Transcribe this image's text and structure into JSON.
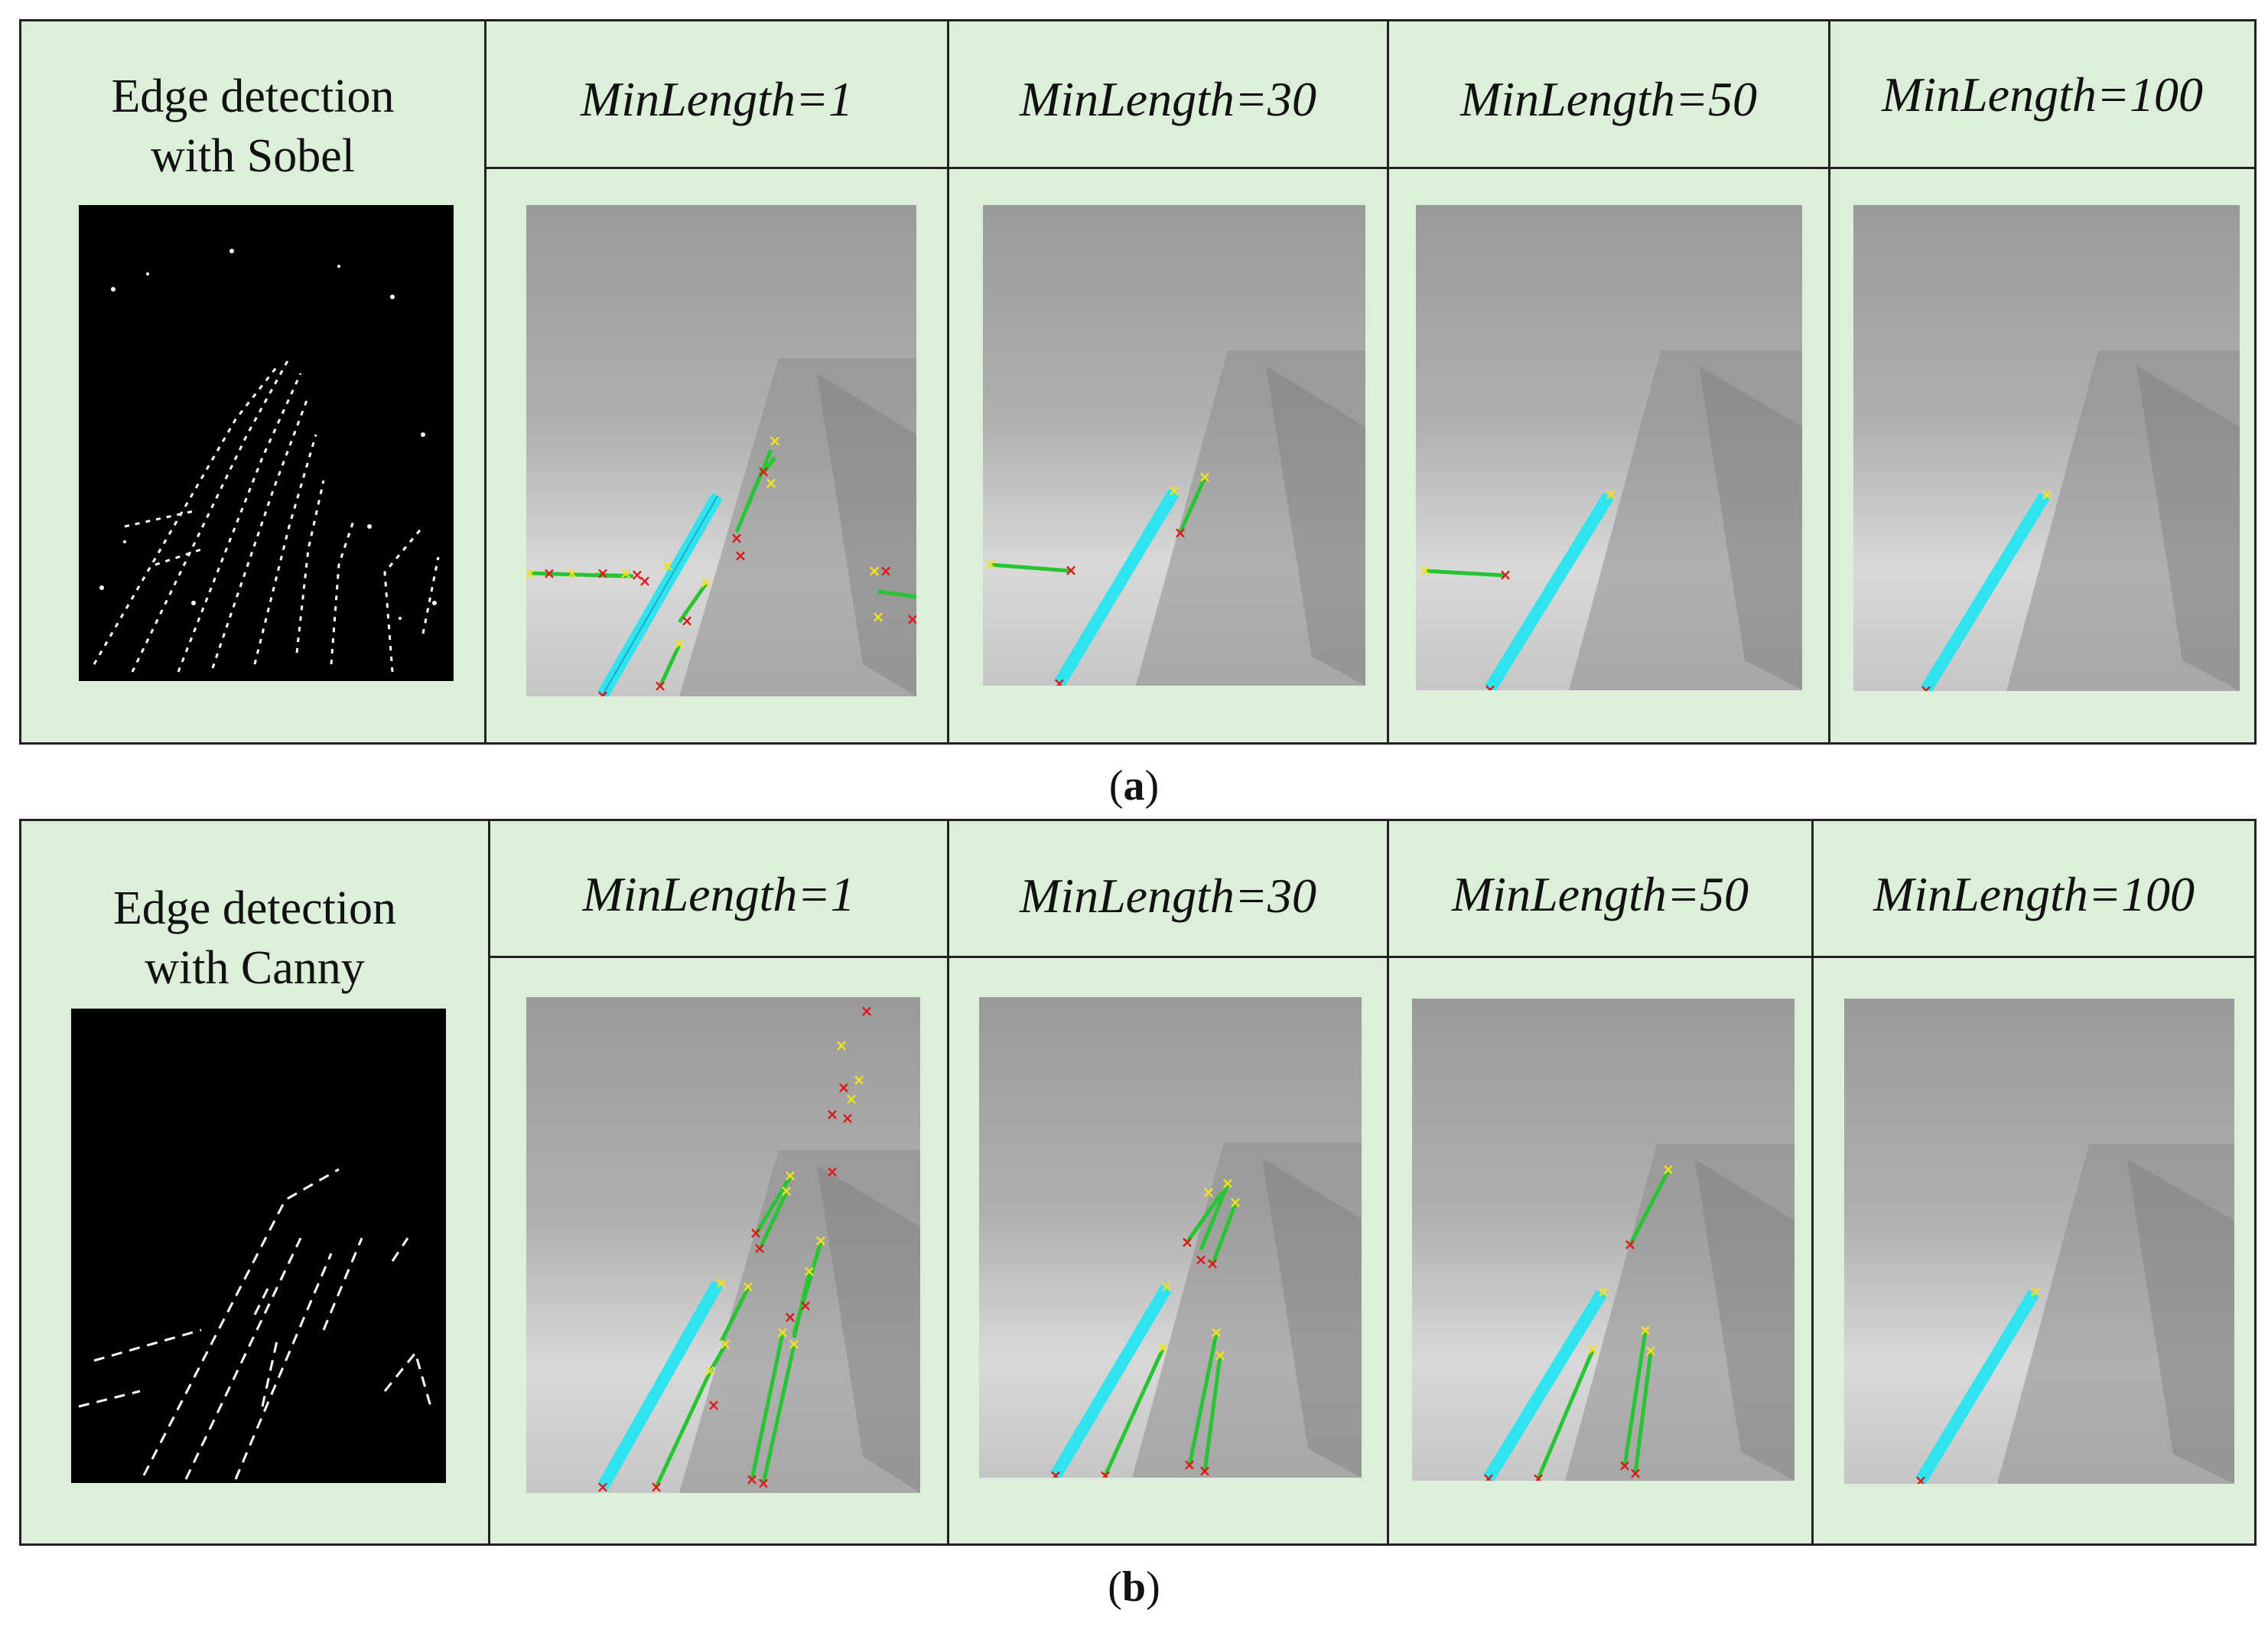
{
  "figure": {
    "panels": [
      {
        "id": "a",
        "caption_label": "a",
        "edge_title_line1": "Edge detection",
        "edge_title_line2": "with Sobel",
        "columns": [
          "MinLength=1",
          "MinLength=30",
          "MinLength=50",
          "MinLength=100"
        ]
      },
      {
        "id": "b",
        "caption_label": "b",
        "edge_title_line1": "Edge detection",
        "edge_title_line2": "with Canny",
        "columns": [
          "MinLength=1",
          "MinLength=30",
          "MinLength=50",
          "MinLength=100"
        ]
      }
    ],
    "colors": {
      "panel_background": "#dcefd8",
      "main_line": "#2fe3f0",
      "segment_line": "#27c433",
      "start_marker": "#f2e21a",
      "end_marker": "#e0181c",
      "edge_map_background": "#000000",
      "edge_pixels": "#ffffff"
    }
  }
}
